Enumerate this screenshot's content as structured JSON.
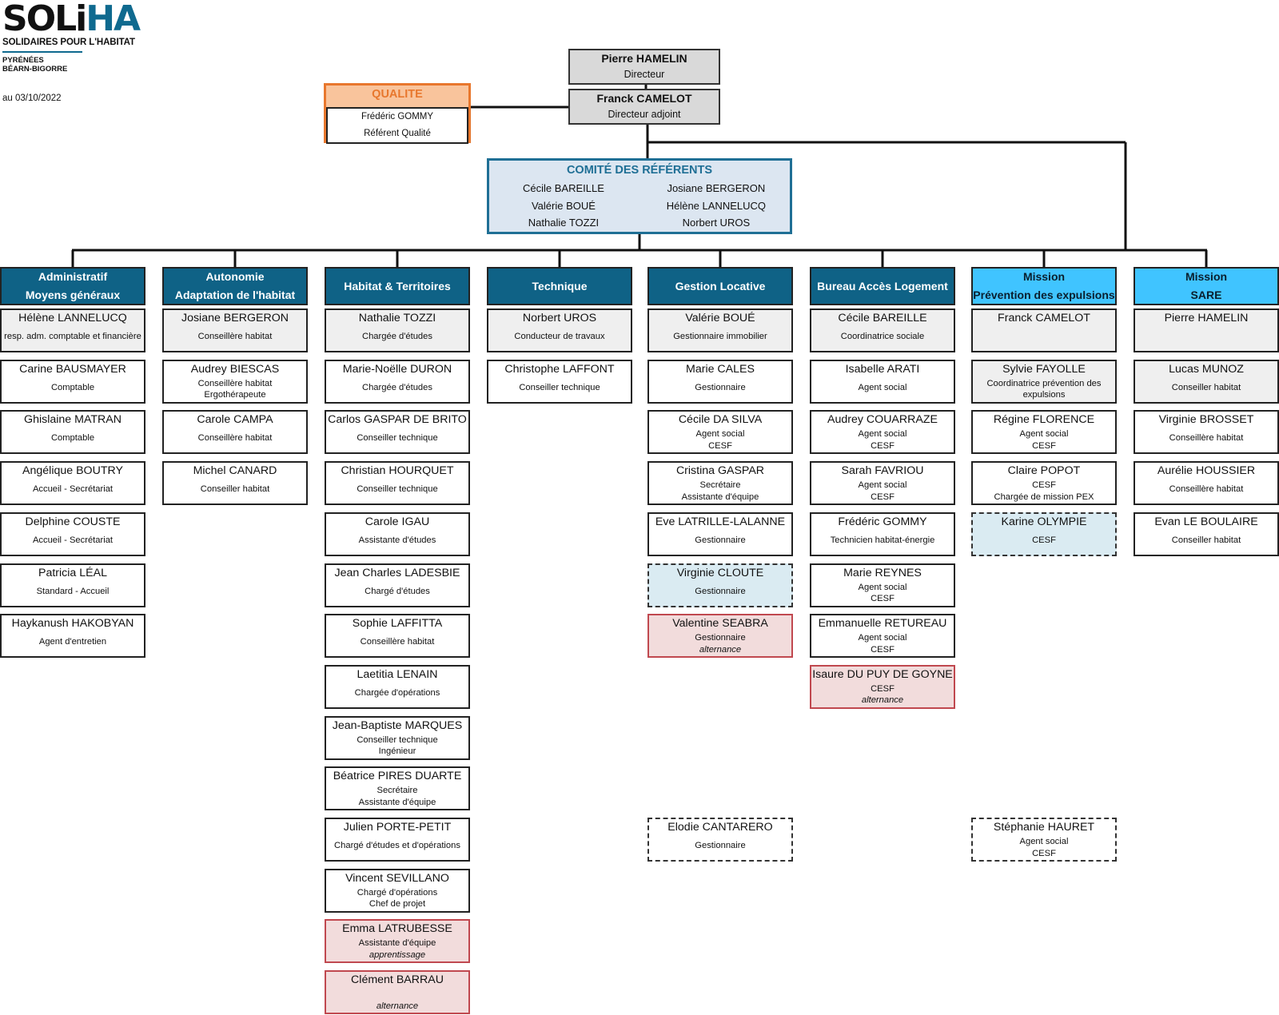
{
  "header": {
    "logo_main": "SOLi",
    "logo_accent": "HA",
    "logo_tagline": "SOLIDAIRES POUR L'HABITAT",
    "region_line1": "PYRÉNÉES",
    "region_line2": "BÉARN-BIGORRE",
    "date": "au 03/10/2022"
  },
  "direction": {
    "director": {
      "name": "Pierre HAMELIN",
      "role": "Directeur"
    },
    "deputy": {
      "name": "Franck CAMELOT",
      "role": "Directeur adjoint"
    }
  },
  "qualite": {
    "title": "QUALITE",
    "name": "Frédéric GOMMY",
    "role": "Référent Qualité"
  },
  "comite": {
    "title": "COMITÉ DES RÉFÉRENTS",
    "left": [
      "Cécile BAREILLE",
      "Valérie BOUÉ",
      "Nathalie TOZZI"
    ],
    "right": [
      "Josiane BERGERON",
      "Hélène LANNELUCQ",
      "Norbert UROS"
    ]
  },
  "departments": [
    {
      "line1": "Administratif",
      "line2": "Moyens généraux"
    },
    {
      "line1": "Autonomie",
      "line2": "Adaptation de l'habitat"
    },
    {
      "line1": "Habitat & Territoires",
      "line2": ""
    },
    {
      "line1": "Technique",
      "line2": ""
    },
    {
      "line1": "Gestion Locative",
      "line2": ""
    },
    {
      "line1": "Bureau Accès Logement",
      "line2": ""
    },
    {
      "line1": "Mission",
      "line2": "Prévention des expulsions"
    },
    {
      "line1": "Mission",
      "line2": "SARE"
    }
  ],
  "people": [
    [
      {
        "name": "Hélène LANNELUCQ",
        "role": "resp. adm. comptable et financière",
        "role2": ""
      },
      {
        "name": "Carine BAUSMAYER",
        "role": "Comptable",
        "role2": ""
      },
      {
        "name": "Ghislaine MATRAN",
        "role": "Comptable",
        "role2": ""
      },
      {
        "name": "Angélique BOUTRY",
        "role": "Accueil - Secrétariat",
        "role2": ""
      },
      {
        "name": "Delphine COUSTE",
        "role": "Accueil - Secrétariat",
        "role2": ""
      },
      {
        "name": "Patricia LÉAL",
        "role": "Standard - Accueil",
        "role2": ""
      },
      {
        "name": "Haykanush HAKOBYAN",
        "role": "Agent d'entretien",
        "role2": ""
      }
    ],
    [
      {
        "name": "Josiane BERGERON",
        "role": "Conseillère habitat",
        "role2": ""
      },
      {
        "name": "Audrey BIESCAS",
        "role": "Conseillère habitat",
        "role2": "Ergothérapeute"
      },
      {
        "name": "Carole CAMPA",
        "role": "Conseillère habitat",
        "role2": ""
      },
      {
        "name": "Michel CANARD",
        "role": "Conseiller habitat",
        "role2": ""
      }
    ],
    [
      {
        "name": "Nathalie TOZZI",
        "role": "Chargée d'études",
        "role2": ""
      },
      {
        "name": "Marie-Noëlle DURON",
        "role": "Chargée d'études",
        "role2": ""
      },
      {
        "name": "Carlos GASPAR DE BRITO",
        "role": "Conseiller technique",
        "role2": ""
      },
      {
        "name": "Christian HOURQUET",
        "role": "Conseiller technique",
        "role2": ""
      },
      {
        "name": "Carole IGAU",
        "role": "Assistante d'études",
        "role2": ""
      },
      {
        "name": "Jean Charles LADESBIE",
        "role": "Chargé d'études",
        "role2": ""
      },
      {
        "name": "Sophie LAFFITTA",
        "role": "Conseillère habitat",
        "role2": ""
      },
      {
        "name": "Laetitia LENAIN",
        "role": "Chargée d'opérations",
        "role2": ""
      },
      {
        "name": "Jean-Baptiste MARQUES",
        "role": "Conseiller technique",
        "role2": "Ingénieur"
      },
      {
        "name": "Béatrice PIRES DUARTE",
        "role": "Secrétaire",
        "role2": "Assistante d'équipe"
      },
      {
        "name": "Julien PORTE-PETIT",
        "role": "Chargé d'études et d'opérations",
        "role2": ""
      },
      {
        "name": "Vincent SEVILLANO",
        "role": "Chargé d'opérations",
        "role2": "Chef de projet"
      },
      {
        "name": "Emma LATRUBESSE",
        "role": "Assistante d'équipe",
        "role2": "apprentissage"
      },
      {
        "name": "Clément BARRAU",
        "role": "",
        "role2": "alternance"
      }
    ],
    [
      {
        "name": "Norbert UROS",
        "role": "Conducteur de travaux",
        "role2": ""
      },
      {
        "name": "Christophe LAFFONT",
        "role": "Conseiller technique",
        "role2": ""
      }
    ],
    [
      {
        "name": "Valérie BOUÉ",
        "role": "Gestionnaire immobilier",
        "role2": ""
      },
      {
        "name": "Marie CALES",
        "role": "Gestionnaire",
        "role2": ""
      },
      {
        "name": "Cécile DA SILVA",
        "role": "Agent social",
        "role2": "CESF"
      },
      {
        "name": "Cristina GASPAR",
        "role": "Secrétaire",
        "role2": "Assistante d'équipe"
      },
      {
        "name": "Eve LATRILLE-LALANNE",
        "role": "Gestionnaire",
        "role2": ""
      },
      {
        "name": "Virginie CLOUTE",
        "role": "Gestionnaire",
        "role2": ""
      },
      {
        "name": "Valentine SEABRA",
        "role": "Gestionnaire",
        "role2": "alternance"
      },
      {
        "name": "Elodie CANTARERO",
        "role": "Gestionnaire",
        "role2": ""
      }
    ],
    [
      {
        "name": "Cécile BAREILLE",
        "role": "Coordinatrice sociale",
        "role2": ""
      },
      {
        "name": "Isabelle ARATI",
        "role": "Agent social",
        "role2": ""
      },
      {
        "name": "Audrey COUARRAZE",
        "role": "Agent social",
        "role2": "CESF"
      },
      {
        "name": "Sarah FAVRIOU",
        "role": "Agent social",
        "role2": "CESF"
      },
      {
        "name": "Frédéric GOMMY",
        "role": "Technicien habitat-énergie",
        "role2": ""
      },
      {
        "name": "Marie REYNES",
        "role": "Agent social",
        "role2": "CESF"
      },
      {
        "name": "Emmanuelle RETUREAU",
        "role": "Agent social",
        "role2": "CESF"
      },
      {
        "name": "Isaure DU PUY DE GOYNE",
        "role": "CESF",
        "role2": "alternance"
      }
    ],
    [
      {
        "name": "Franck CAMELOT",
        "role": "",
        "role2": ""
      },
      {
        "name": "Sylvie FAYOLLE",
        "role": "Coordinatrice prévention des",
        "role2": "expulsions"
      },
      {
        "name": "Régine FLORENCE",
        "role": "Agent social",
        "role2": "CESF"
      },
      {
        "name": "Claire POPOT",
        "role": "CESF",
        "role2": "Chargée de mission PEX"
      },
      {
        "name": "Karine OLYMPIE",
        "role": "CESF",
        "role2": ""
      },
      {
        "name": "Stéphanie HAURET",
        "role": "Agent social",
        "role2": "CESF"
      }
    ],
    [
      {
        "name": "Pierre HAMELIN",
        "role": "",
        "role2": ""
      },
      {
        "name": "Lucas MUNOZ",
        "role": "Conseiller habitat",
        "role2": ""
      },
      {
        "name": "Virginie BROSSET",
        "role": "Conseillère habitat",
        "role2": ""
      },
      {
        "name": "Aurélie HOUSSIER",
        "role": "Conseillère habitat",
        "role2": ""
      },
      {
        "name": "Evan LE BOULAIRE",
        "role": "Conseiller habitat",
        "role2": ""
      }
    ]
  ]
}
